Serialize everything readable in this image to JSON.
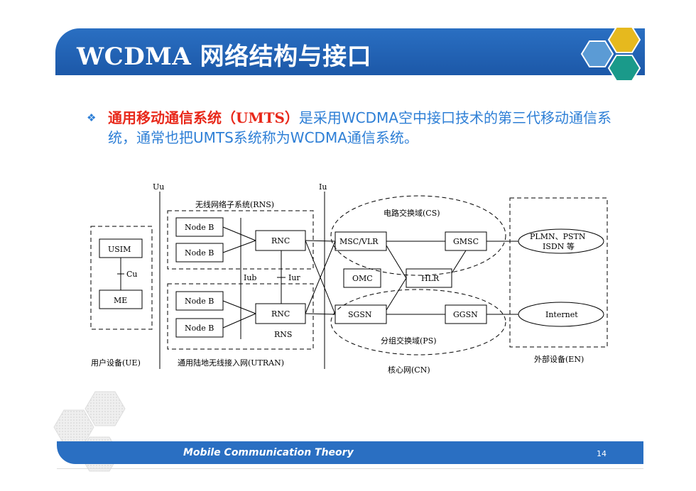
{
  "slide": {
    "title": "WCDMA 网络结构与接口",
    "bullet": {
      "mark": "❖",
      "part1_red": "通用移动通信系统（",
      "part2_red": "UMTS",
      "part3_red": "）",
      "part4_blue": "是采用WCDMA空中接口技术的第三代移动通信系统，通常也把UMTS系统称为WCDMA通信系统。"
    },
    "footer": {
      "course": "Mobile Communication Theory",
      "page": "14"
    },
    "colors": {
      "title_bar": "#1c58a8",
      "accent_red": "#e8291b",
      "text_blue": "#2e7fd6",
      "hex_yellow": "#e6b91e",
      "hex_blue": "#5b9bd5",
      "hex_teal": "#1a9a8a"
    }
  },
  "diagram": {
    "interfaces": {
      "uu": "Uu",
      "iu": "Iu",
      "iub": "Iub",
      "iur": "Iur",
      "cu": "Cu"
    },
    "rns_label_top": "无线网络子系统(RNS)",
    "rns_label_bottom": "RNS",
    "cs_label": "电路交换域(CS)",
    "ps_label": "分组交换域(PS)",
    "nodes": {
      "usim": "USIM",
      "me": "ME",
      "nodeb1": "Node B",
      "nodeb2": "Node B",
      "nodeb3": "Node B",
      "nodeb4": "Node B",
      "rnc1": "RNC",
      "rnc2": "RNC",
      "msc": "MSC/VLR",
      "gmsc": "GMSC",
      "omc": "OMC",
      "hlr": "HLR",
      "sgsn": "SGSN",
      "ggsn": "GGSN",
      "pstn_line1": "PLMN、PSTN",
      "pstn_line2": "ISDN 等",
      "internet": "Internet"
    },
    "domains": {
      "ue": "用户设备(UE)",
      "utran": "通用陆地无线接入网(UTRAN)",
      "cn": "核心网(CN)",
      "en": "外部设备(EN)"
    }
  }
}
